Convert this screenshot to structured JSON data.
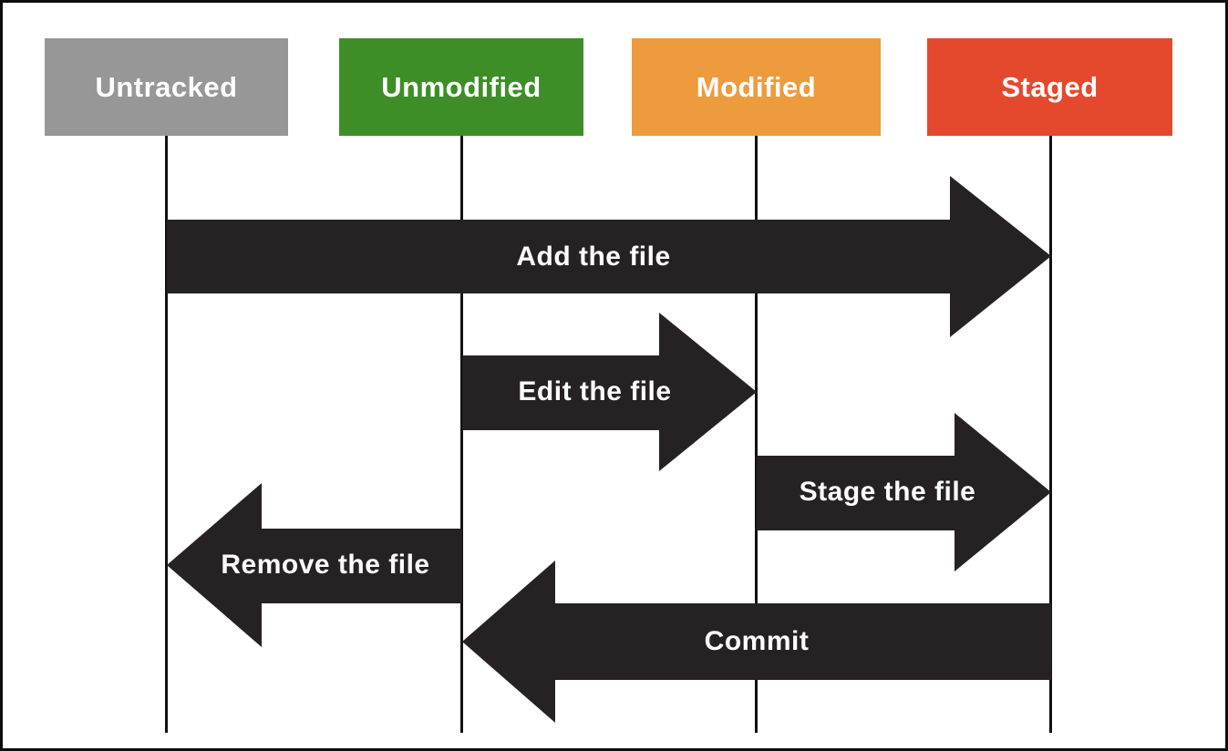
{
  "diagram": {
    "type": "flow",
    "subject": "git file lifecycle",
    "background": "#ffffff",
    "border_color": "#0d0d0d",
    "lifeline_color": "#111111",
    "arrow_color": "#262223",
    "states": [
      {
        "label": "Untracked",
        "color": "#979797"
      },
      {
        "label": "Unmodified",
        "color": "#3D8E27"
      },
      {
        "label": "Modified",
        "color": "#EE9B3D"
      },
      {
        "label": "Staged",
        "color": "#E4492E"
      }
    ],
    "transitions": [
      {
        "label": "Add the file",
        "from": "Untracked",
        "to": "Staged",
        "direction": "right"
      },
      {
        "label": "Edit the file",
        "from": "Unmodified",
        "to": "Modified",
        "direction": "right"
      },
      {
        "label": "Stage the file",
        "from": "Modified",
        "to": "Staged",
        "direction": "right"
      },
      {
        "label": "Remove the file",
        "from": "Unmodified",
        "to": "Untracked",
        "direction": "left"
      },
      {
        "label": "Commit",
        "from": "Staged",
        "to": "Unmodified",
        "direction": "left"
      }
    ]
  }
}
